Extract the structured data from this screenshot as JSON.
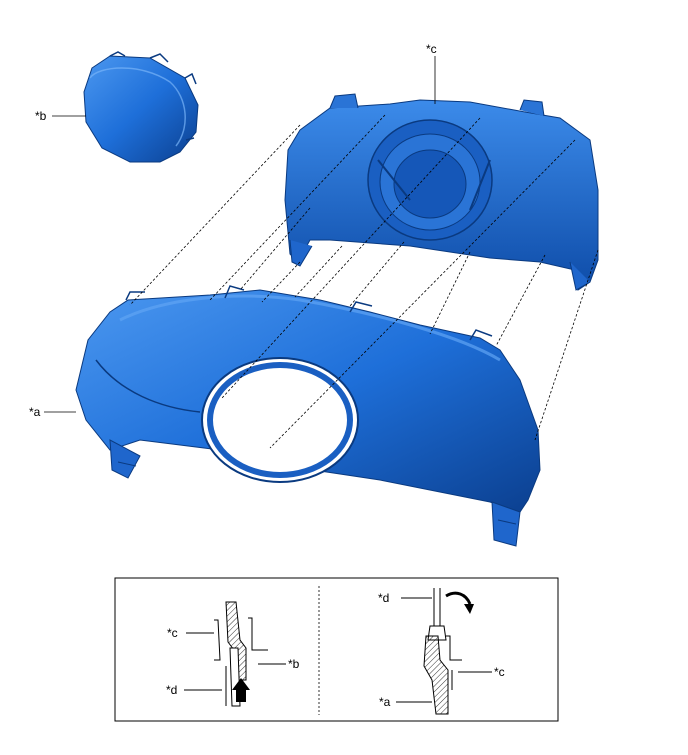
{
  "labels": {
    "a": "*a",
    "b": "*b",
    "c": "*c",
    "d": "*d"
  },
  "colors": {
    "part_blue": "#1E6FD9",
    "part_blue_dark": "#0B3F8F",
    "part_blue_light": "#4C98F0",
    "line": "#000000"
  }
}
